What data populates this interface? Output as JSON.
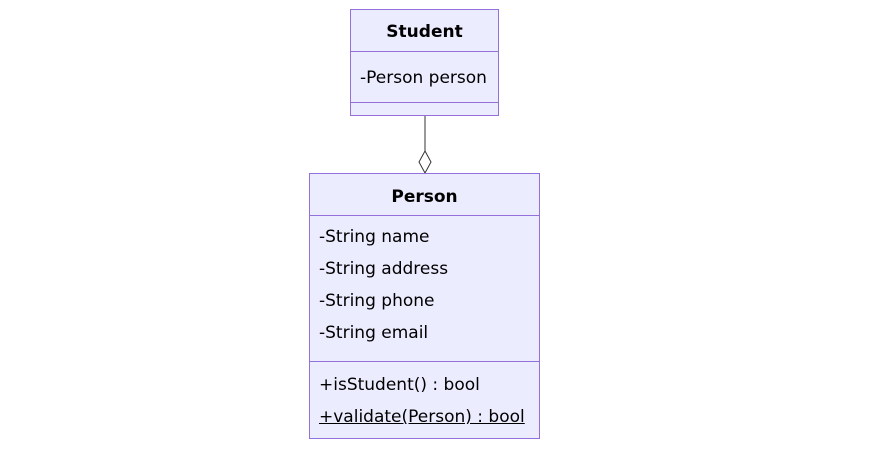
{
  "classes": {
    "student": {
      "name": "Student",
      "attributes": [
        "-Person person"
      ],
      "methods": []
    },
    "person": {
      "name": "Person",
      "attributes": [
        "-String name",
        "-String address",
        "-String phone",
        "-String email"
      ],
      "methods": [
        "+isStudent() : bool",
        "+validate(Person) : bool"
      ]
    }
  },
  "relations": [
    {
      "type": "aggregation",
      "from": "Student",
      "to": "Person"
    }
  ],
  "colors": {
    "fill": "#ECECFF",
    "border": "#9370DB",
    "line": "#333333"
  }
}
